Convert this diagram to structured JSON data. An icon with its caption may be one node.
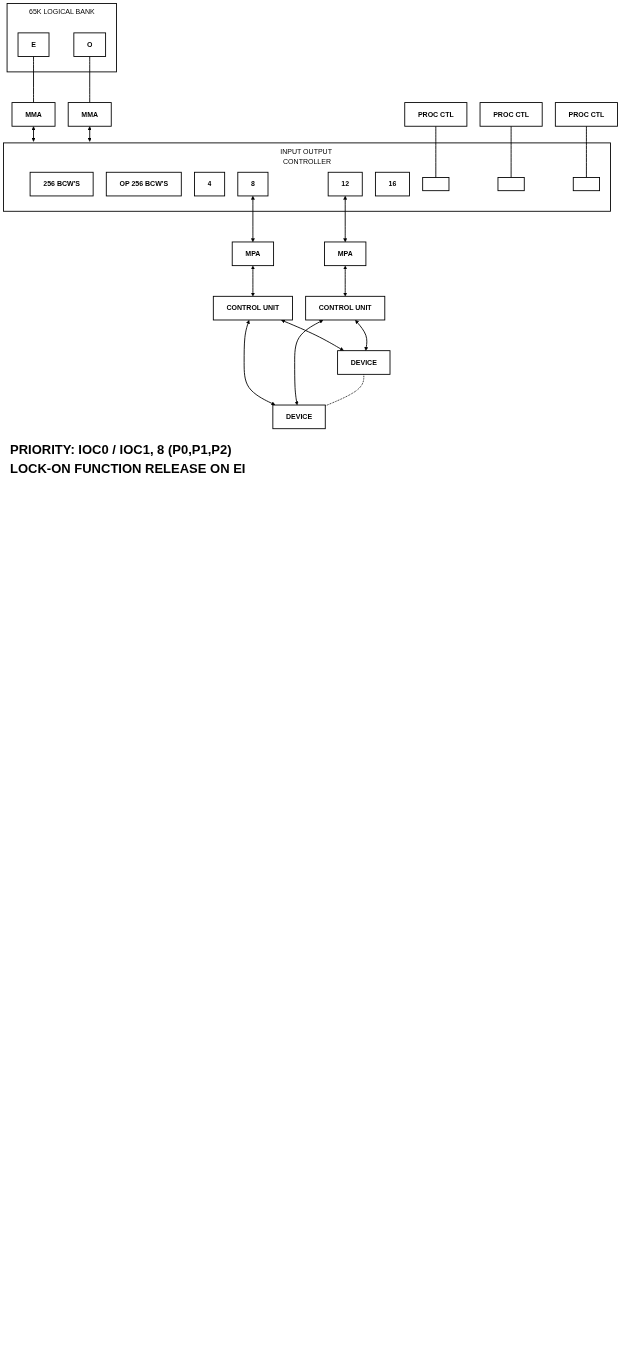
{
  "diagram": {
    "nodes": [
      {
        "text": [
          "65K LOGICAL BANK"
        ]
      },
      {
        "text": [
          "E"
        ],
        "in": 0
      },
      {
        "text": [
          "O"
        ],
        "in": 0
      },
      {
        "text": [
          "MMA"
        ]
      },
      {
        "text": [
          "MMA"
        ]
      },
      {
        "text": [
          "INPUT OUTPUT CONTROLLER"
        ]
      },
      {
        "text": [
          "256 BCW'S"
        ],
        "in": 5
      },
      {
        "text": [
          "OP 256 BCW'S"
        ],
        "in": 5
      },
      {
        "text": [
          "4"
        ],
        "in": 5
      },
      {
        "text": [
          "8"
        ],
        "in": 5
      },
      {
        "text": [
          "12"
        ],
        "in": 5
      },
      {
        "text": [
          "16"
        ],
        "in": 5
      },
      {
        "text": [],
        "shape": "box",
        "in": 5
      },
      {
        "text": [],
        "shape": "box",
        "in": 5
      },
      {
        "text": [],
        "shape": "box",
        "in": 5
      },
      {
        "text": [
          "PROC CTL"
        ]
      },
      {
        "text": [
          "PROC CTL"
        ]
      },
      {
        "text": [
          "PROC CTL"
        ]
      },
      {
        "text": [
          "MPA"
        ]
      },
      {
        "text": [
          "MPA"
        ]
      },
      {
        "text": [
          "CONTROL UNIT"
        ]
      },
      {
        "text": [
          "CONTROL UNIT"
        ]
      },
      {
        "text": [
          "DEVICE"
        ]
      },
      {
        "text": [
          "DEVICE"
        ]
      }
    ],
    "edges": [
      {
        "from": 1,
        "to": 3,
        "arrow": "none"
      },
      {
        "from": 2,
        "to": 4,
        "arrow": "none"
      },
      {
        "from": 3,
        "to": 5,
        "arrow": "both"
      },
      {
        "from": 4,
        "to": 5,
        "arrow": "both"
      },
      {
        "from": 15,
        "to": 12,
        "arrow": "none"
      },
      {
        "from": 16,
        "to": 13,
        "arrow": "none"
      },
      {
        "from": 17,
        "to": 14,
        "arrow": "none"
      },
      {
        "from": 9,
        "to": 18,
        "arrow": "both"
      },
      {
        "from": 10,
        "to": 19,
        "arrow": "both"
      },
      {
        "from": 18,
        "to": 20,
        "arrow": "both"
      },
      {
        "from": 19,
        "to": 21,
        "arrow": "both"
      },
      {
        "from": 20,
        "to": 22,
        "arrow": "both"
      },
      {
        "from": 20,
        "to": 23,
        "arrow": "both"
      },
      {
        "from": 21,
        "to": 22,
        "arrow": "both"
      },
      {
        "from": 21,
        "to": 23,
        "arrow": "both"
      },
      {
        "from": 22,
        "to": 23,
        "arrow": "none",
        "style": "dashed"
      }
    ],
    "labels": [
      "PRIORITY: IOC0 / IOC1, 8 (P0,P1,P2)",
      "LOCK-ON FUNCTION RELEASE ON EI"
    ]
  }
}
